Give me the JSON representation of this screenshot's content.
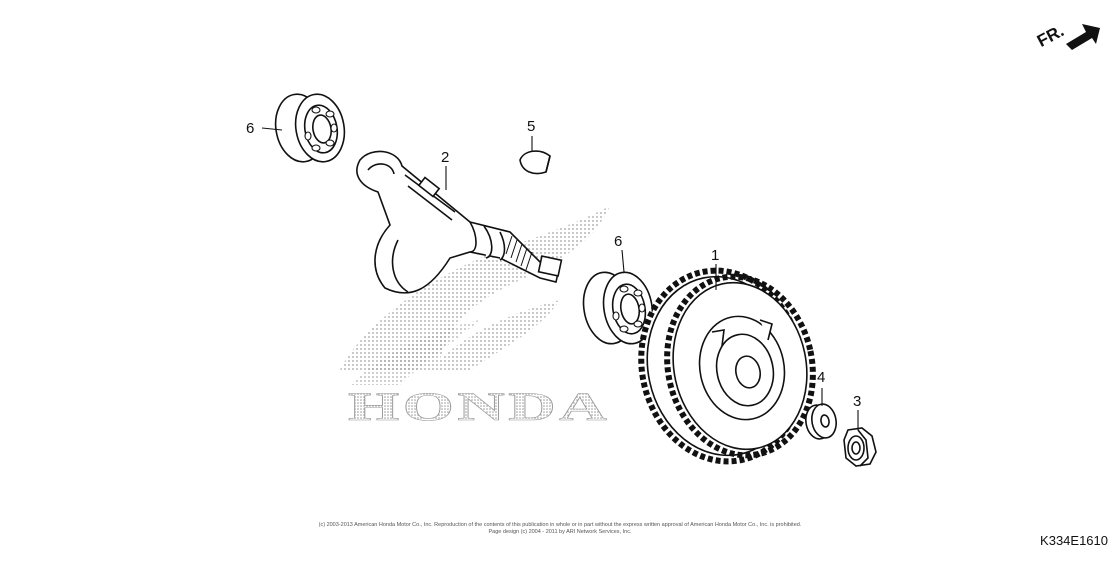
{
  "direction_label": "FR.",
  "watermark_text": "HONDA",
  "callouts": [
    "6",
    "2",
    "5",
    "6",
    "1",
    "4",
    "3"
  ],
  "copyright_line1": "(c) 2003-2013 American Honda Motor Co., Inc. Reproduction of the contents of this publication in whole or in part without the express written approval of American Honda Motor Co., Inc. is prohibited.",
  "copyright_line2": "Page design (c) 2004 - 2011 by ARI Network Services, Inc.",
  "diagram_code": "K334E1610"
}
